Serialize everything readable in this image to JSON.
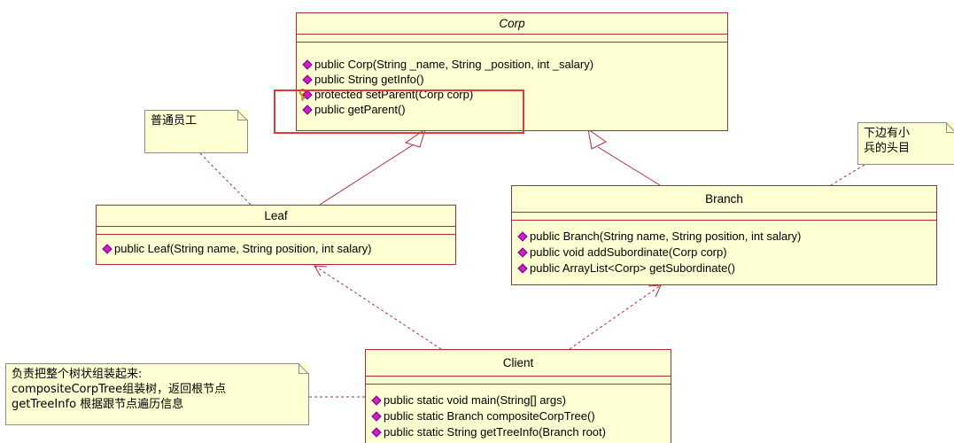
{
  "classes": {
    "corp": {
      "name": "Corp",
      "operations": [
        "public Corp(String _name, String _position, int _salary)",
        "public String getInfo()",
        "protected setParent(Corp corp)",
        "public getParent()"
      ]
    },
    "leaf": {
      "name": "Leaf",
      "operations": [
        "public Leaf(String name, String position, int salary)"
      ]
    },
    "branch": {
      "name": "Branch",
      "operations": [
        "public Branch(String name, String position, int salary)",
        "public void addSubordinate(Corp corp)",
        "public ArrayList<Corp> getSubordinate()"
      ]
    },
    "client": {
      "name": "Client",
      "operations": [
        "public static void main(String[] args)",
        "public static Branch compositeCorpTree()",
        "public static String getTreeInfo(Branch root)"
      ]
    }
  },
  "notes": {
    "leaf_note": [
      "普通员工"
    ],
    "branch_note": [
      "下边有小",
      "兵的头目"
    ],
    "client_note": [
      "负责把整个树状组装起来:",
      "compositeCorpTree组装树，返回根节点",
      "getTreeInfo 根据跟节点遍历信息"
    ]
  },
  "colors": {
    "class_fill": "#fefed3",
    "class_border": "#b22a3a",
    "public_marker": "#d21cd2",
    "protected_marker": "#d8b400",
    "highlight": "#e23a3a",
    "note_link": "#b22a3a"
  }
}
